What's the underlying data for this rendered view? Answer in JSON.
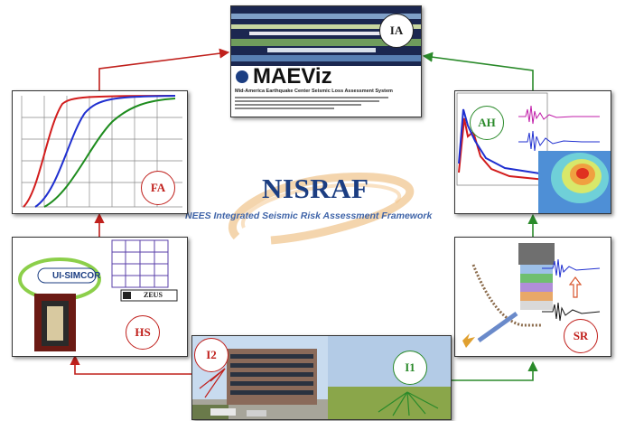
{
  "title": "NISRAF",
  "subtitle": "NEES Integrated Seismic Risk Assessment Framework",
  "nodes": {
    "ia": {
      "badge": "IA"
    },
    "fa": {
      "badge": "FA"
    },
    "ah": {
      "badge": "AH"
    },
    "hs": {
      "badge": "HS"
    },
    "sr": {
      "badge": "SR"
    },
    "i2": {
      "badge": "I2"
    },
    "i1": {
      "badge": "I1"
    }
  },
  "maeviz": {
    "logo": "MAEViz",
    "caption": "Mid-America Earthquake Center Seismic Loss Assessment System"
  },
  "hs_panel": {
    "ui_simcor": "UI-SIMCOR",
    "zeus": "ZEUS"
  },
  "colors": {
    "red": "#c0201c",
    "green": "#2a8a2a",
    "blue": "#1f2fd0",
    "title": "#1c3e82",
    "swoosh": "#e7a14a"
  }
}
